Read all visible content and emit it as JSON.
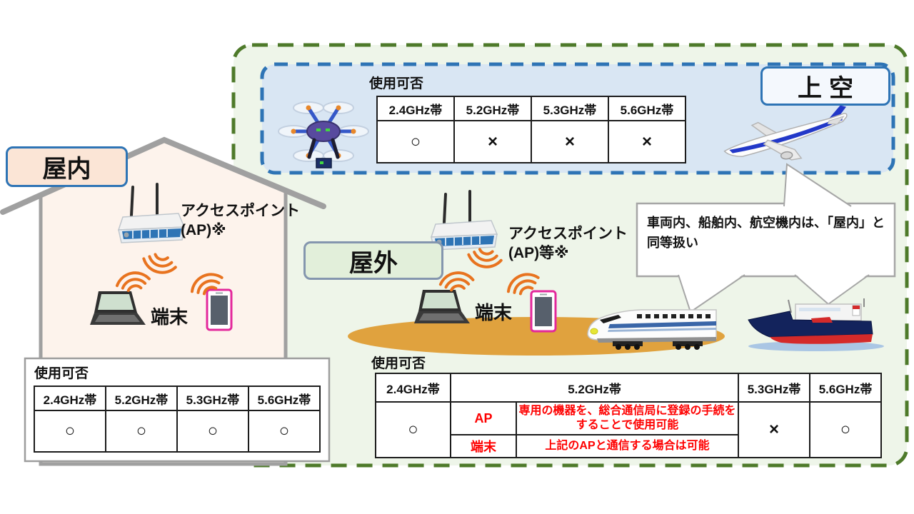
{
  "labels": {
    "sky_zone": "上空",
    "indoor_zone": "屋内",
    "outdoor_zone": "屋外",
    "usage_title": "使用可否",
    "terminal": "端末",
    "indoor_ap_name": "アクセスポイント",
    "indoor_ap_suffix": "(AP)※",
    "outdoor_ap_name": "アクセスポイント",
    "outdoor_ap_suffix": "(AP)等※",
    "callout_text": "車両内、船舶内、航空機内は、「屋内」と同等扱い"
  },
  "band_headers": [
    "2.4GHz帯",
    "5.2GHz帯",
    "5.3GHz帯",
    "5.6GHz帯"
  ],
  "sky_table": {
    "values": [
      "○",
      "×",
      "×",
      "×"
    ]
  },
  "indoor_table": {
    "values": [
      "○",
      "○",
      "○",
      "○"
    ]
  },
  "outdoor_table": {
    "val_2_4": "○",
    "band_5_2": {
      "ap_label": "AP",
      "ap_text": "専用の機器を、総合通信局に登録の手続をすることで使用可能",
      "terminal_label": "端末",
      "terminal_text": "上記のAPと通信する場合は可能"
    },
    "val_5_3": "×",
    "val_5_6": "○"
  },
  "icons": [
    "drone-icon",
    "airplane-icon",
    "access-point-icon",
    "laptop-icon",
    "smartphone-icon",
    "train-icon",
    "ship-icon",
    "wifi-waves-icon",
    "house-shape"
  ],
  "colors": {
    "sky_zone_fill": "#d9e6f3",
    "sky_zone_border": "#2e74b5",
    "outdoor_zone_fill": "#eef5e9",
    "outdoor_zone_border": "#4e7a2a",
    "indoor_label_fill": "#fbe5d6",
    "outdoor_label_fill": "#e2efda",
    "house_fill": "#fdf3ec",
    "house_stroke": "#a0a0a0",
    "ground_fill": "#e0a23e",
    "highlight_red": "#fe0000",
    "wifi_orange": "#e8731f"
  }
}
